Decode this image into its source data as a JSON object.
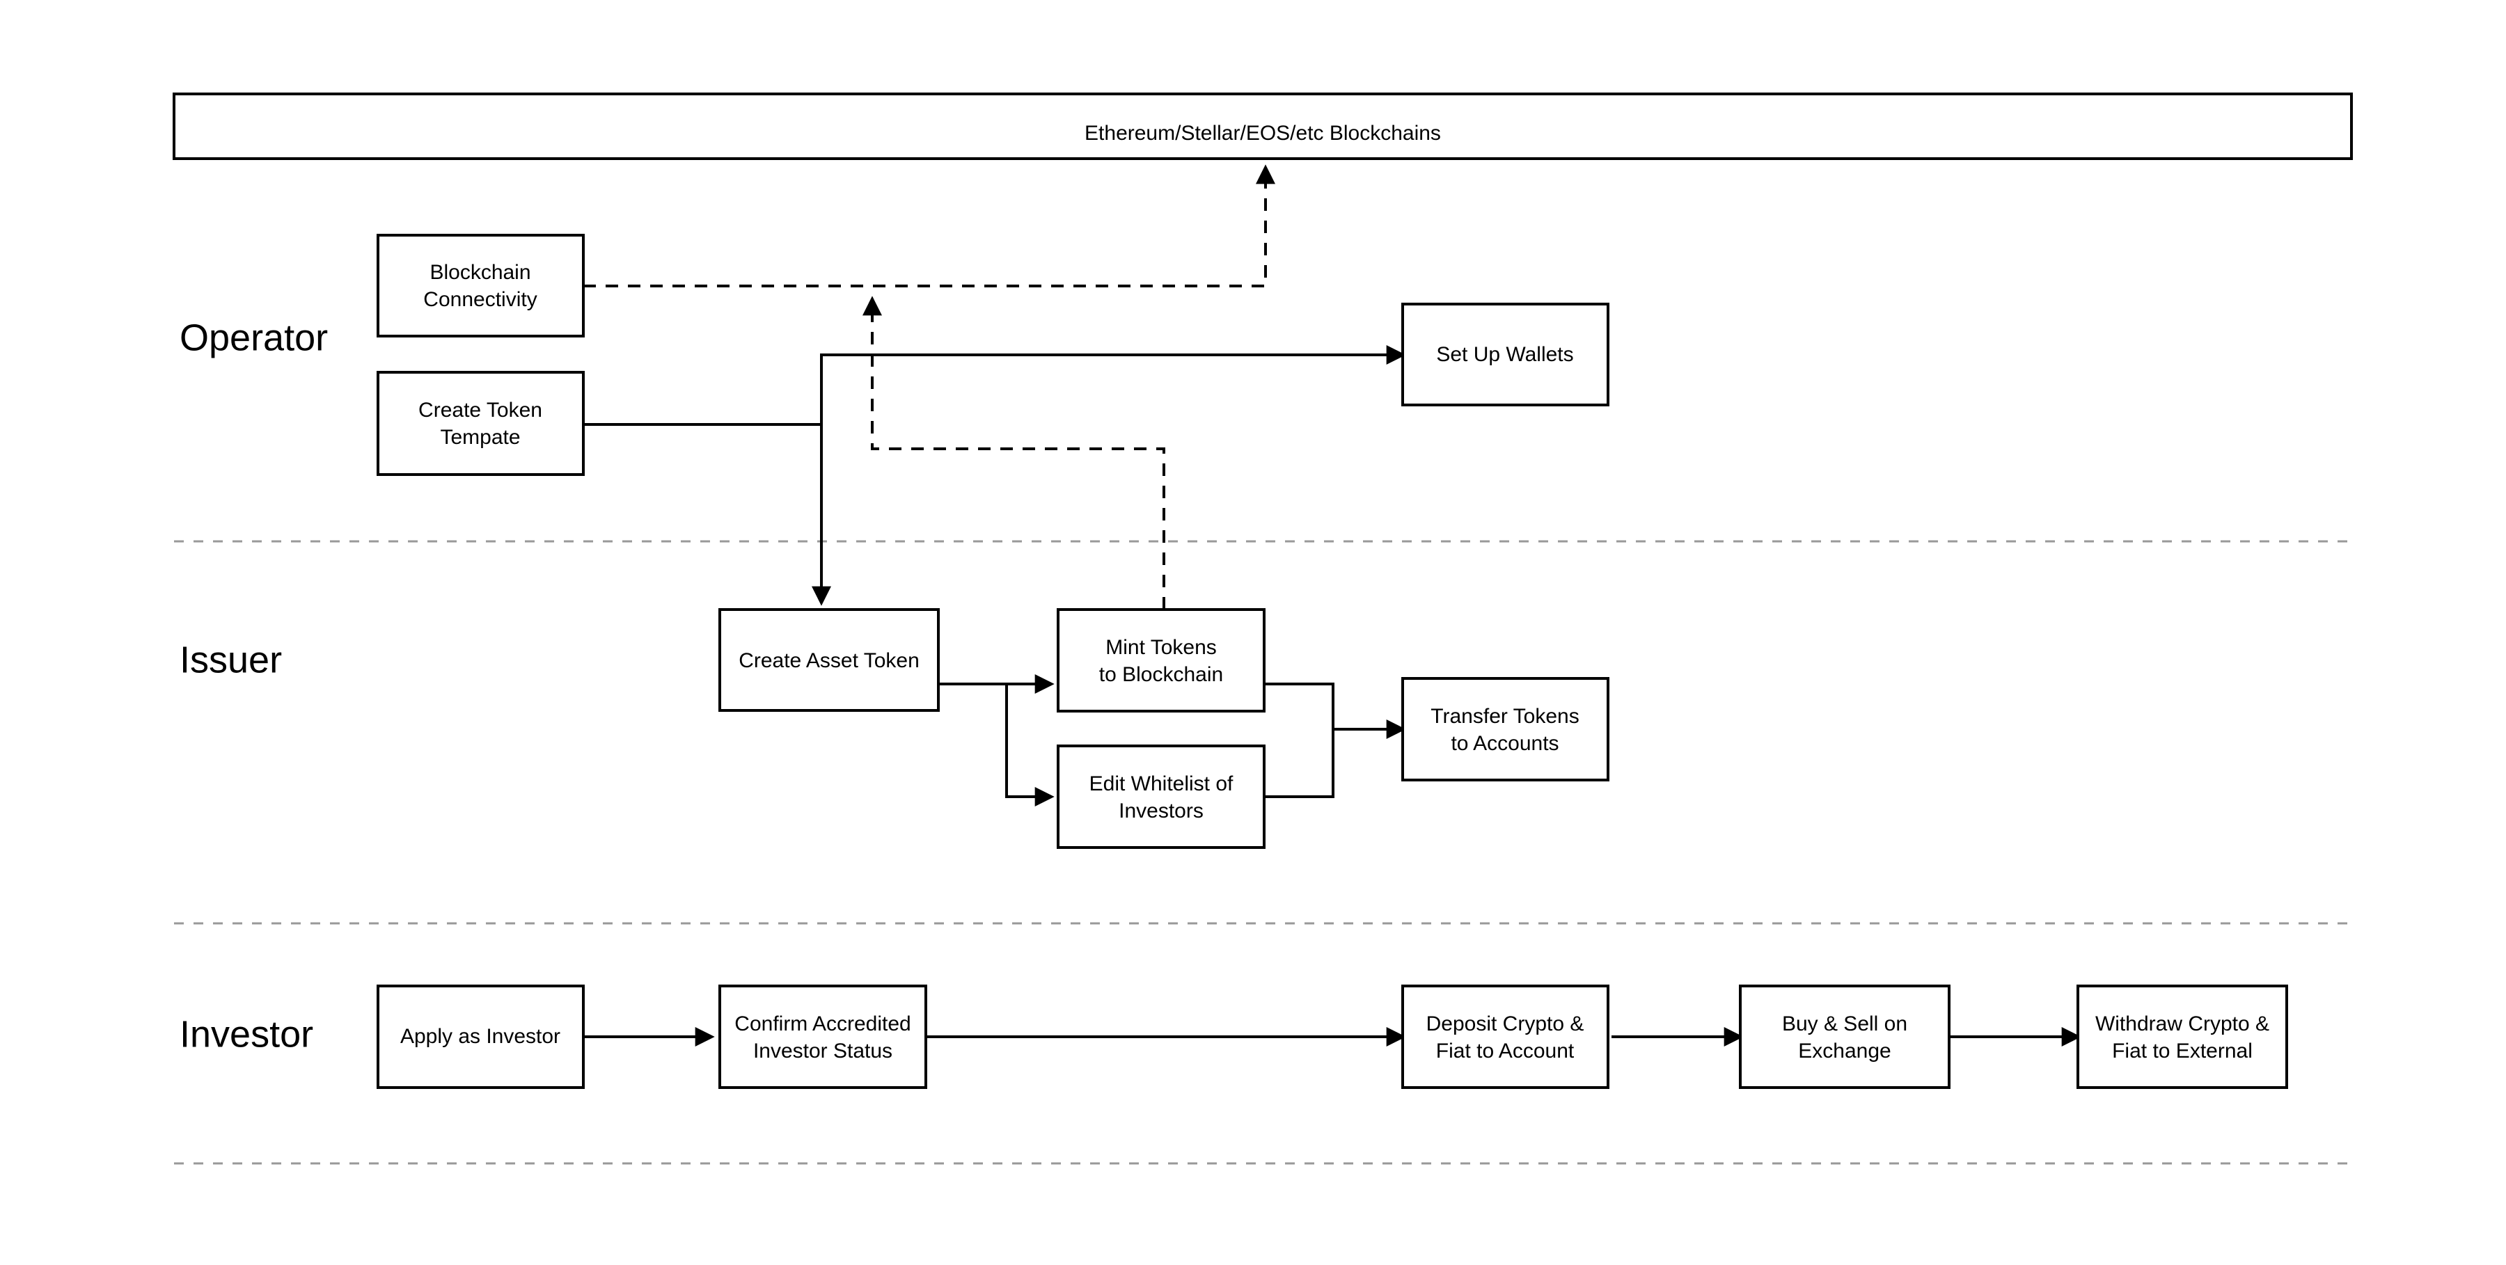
{
  "diagram": {
    "title_banner": {
      "label": "Ethereum/Stellar/EOS/etc Blockchains"
    },
    "lanes": [
      {
        "id": "operator",
        "label": "Operator"
      },
      {
        "id": "issuer",
        "label": "Issuer"
      },
      {
        "id": "investor",
        "label": "Investor"
      }
    ],
    "nodes": {
      "blockchain_connectivity": {
        "line1": "Blockchain",
        "line2": "Connectivity"
      },
      "create_token_template": {
        "line1": "Create Token",
        "line2": "Tempate"
      },
      "set_up_wallets": {
        "line1": "Set Up Wallets",
        "line2": ""
      },
      "create_asset_token": {
        "line1": "Create Asset Token",
        "line2": ""
      },
      "mint_tokens": {
        "line1": "Mint Tokens",
        "line2": "to Blockchain"
      },
      "edit_whitelist": {
        "line1": "Edit Whitelist of",
        "line2": "Investors"
      },
      "transfer_tokens": {
        "line1": "Transfer Tokens",
        "line2": "to Accounts"
      },
      "apply_as_investor": {
        "line1": "Apply as Investor",
        "line2": ""
      },
      "confirm_accredited": {
        "line1": "Confirm Accredited",
        "line2": "Investor Status"
      },
      "deposit_crypto": {
        "line1": "Deposit Crypto &",
        "line2": "Fiat to Account"
      },
      "buy_sell_exchange": {
        "line1": "Buy & Sell on",
        "line2": "Exchange"
      },
      "withdraw_crypto": {
        "line1": "Withdraw Crypto &",
        "line2": "Fiat to External"
      }
    },
    "colors": {
      "stroke": "#000000",
      "fill": "#ffffff",
      "lane_divider": "#999999"
    }
  }
}
